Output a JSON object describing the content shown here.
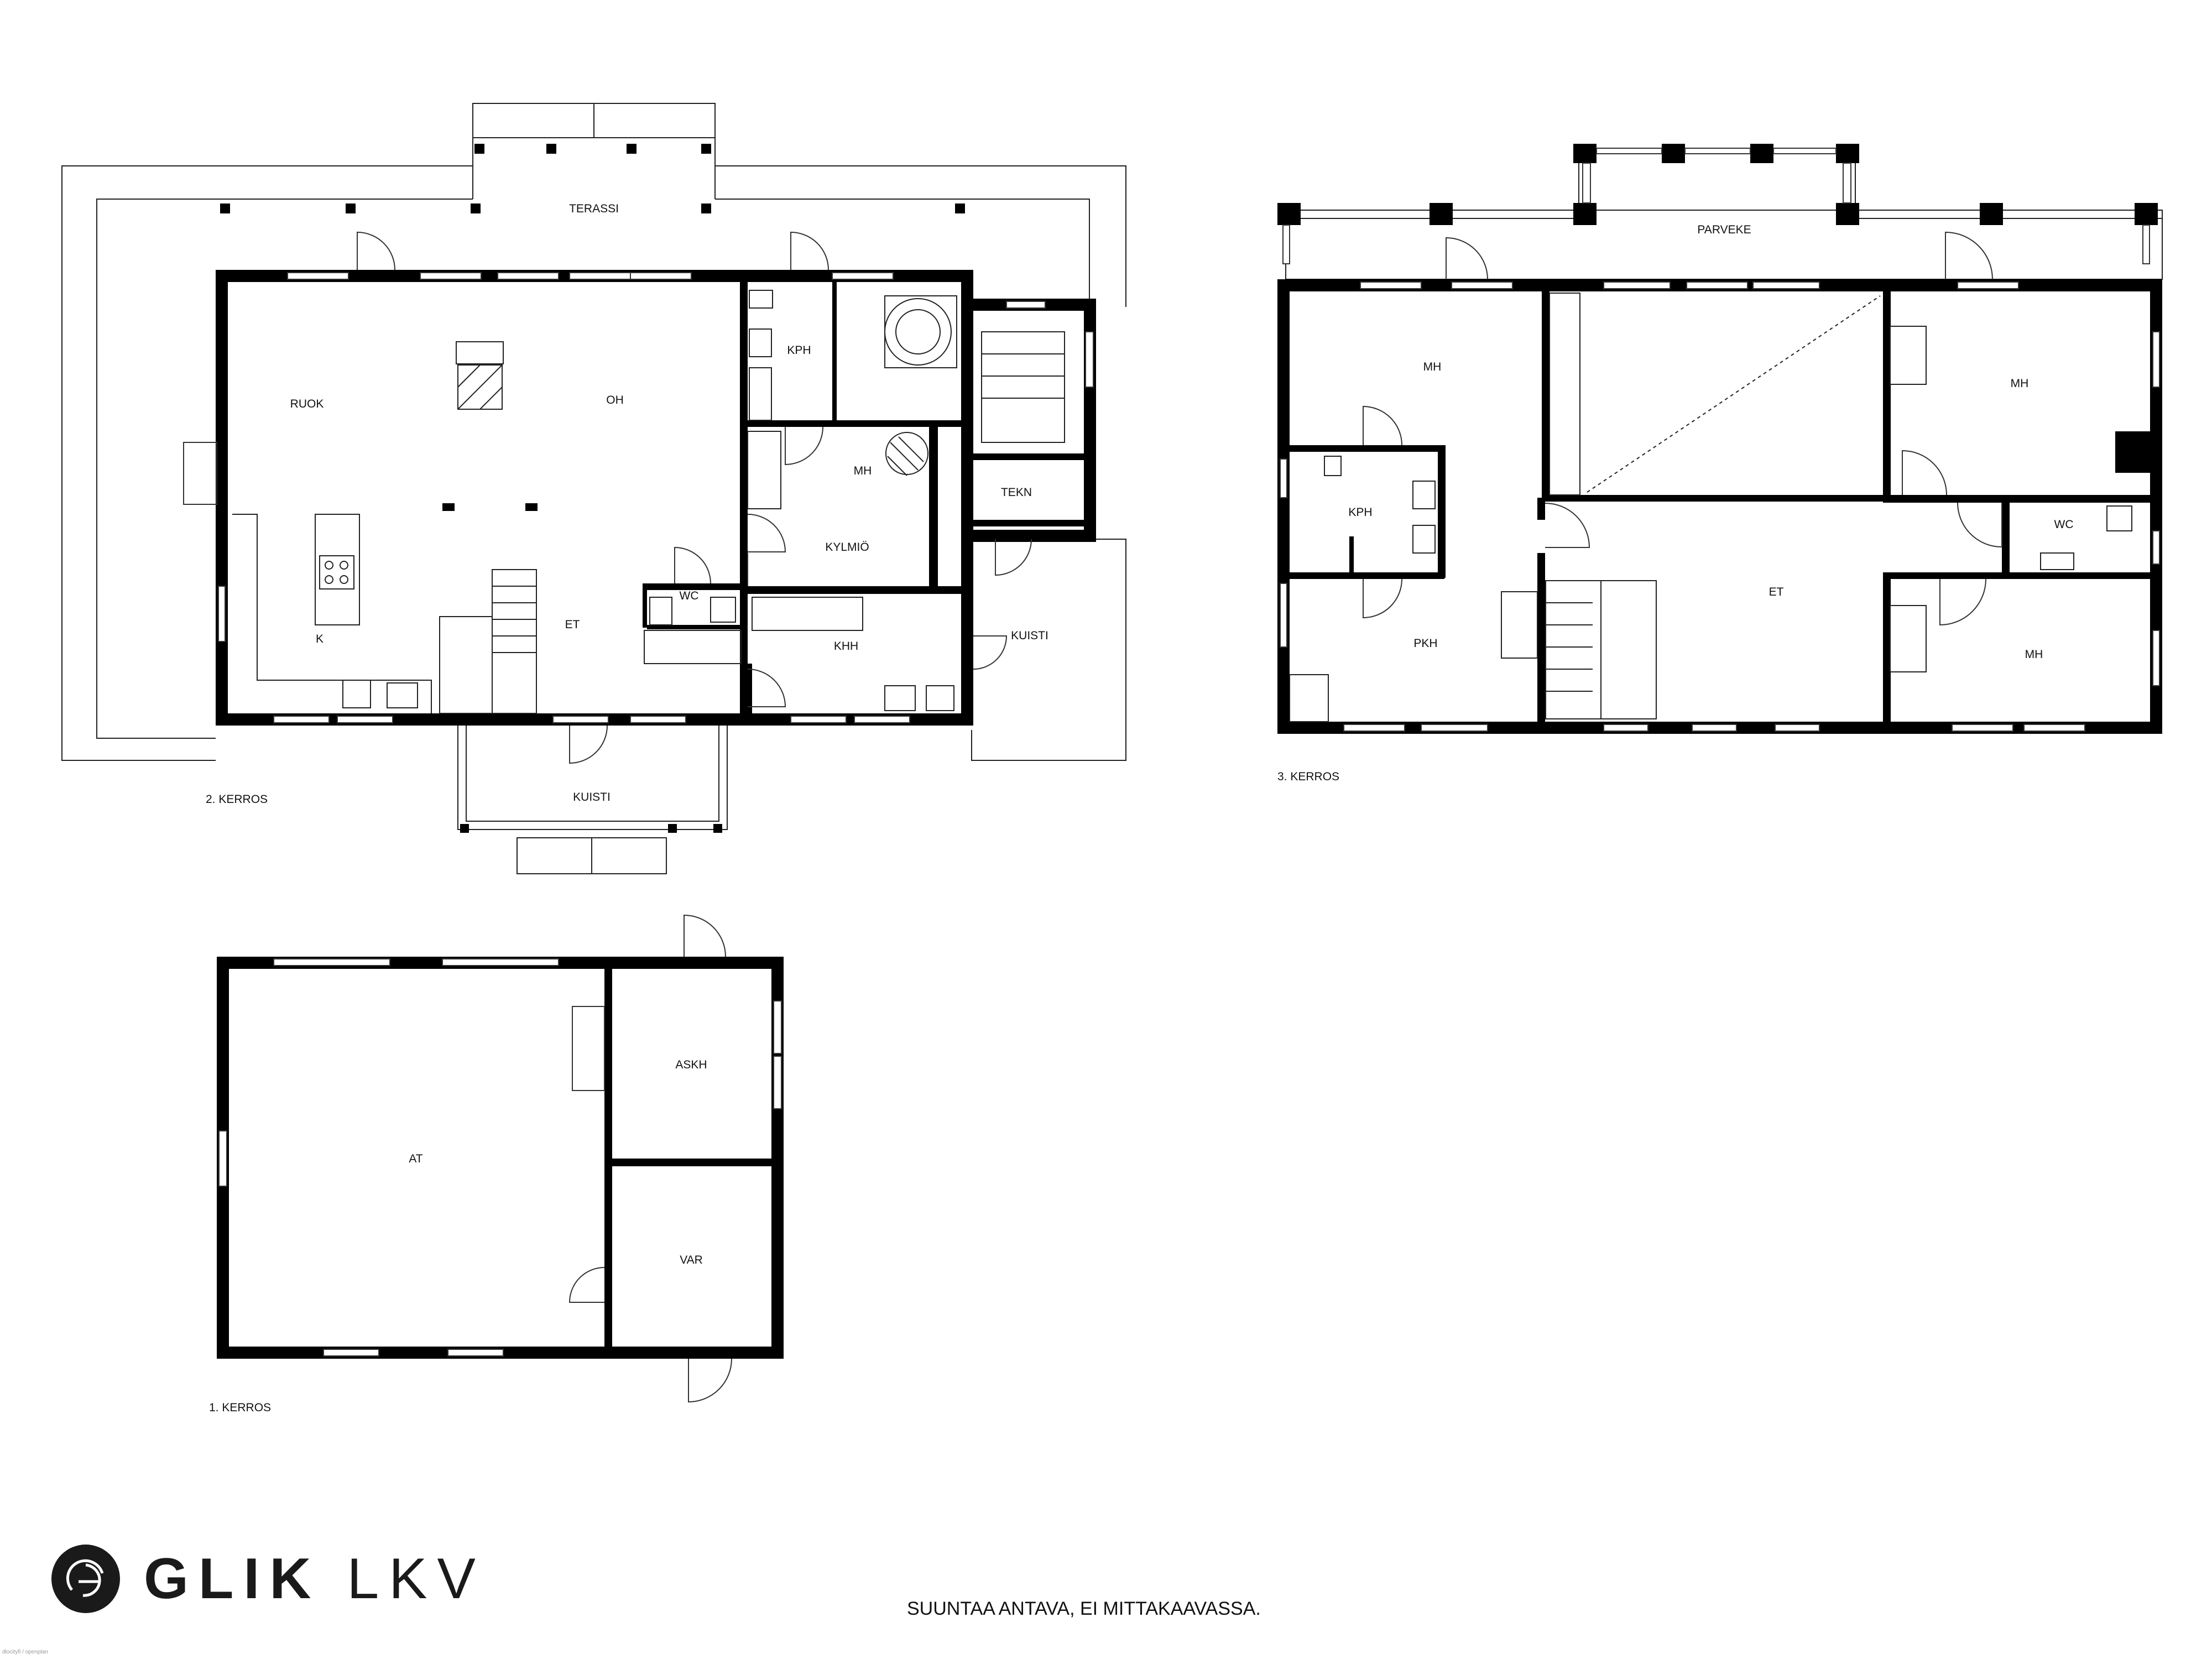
{
  "floors": {
    "floor2": {
      "caption": "2. KERROS",
      "rooms": {
        "terassi": "TERASSI",
        "ruok": "RUOK",
        "oh": "OH",
        "kph": "KPH",
        "mh": "MH",
        "tekn": "TEKN",
        "kylmio": "KYLMIÖ",
        "wc": "WC",
        "et": "ET",
        "k": "K",
        "khh": "KHH",
        "kuisti_side": "KUISTI",
        "kuisti_front": "KUISTI"
      }
    },
    "floor3": {
      "caption": "3. KERROS",
      "rooms": {
        "parveke": "PARVEKE",
        "mh_left": "MH",
        "mh_right_top": "MH",
        "kph": "KPH",
        "wc": "WC",
        "et": "ET",
        "pkh": "PKH",
        "mh_right_bottom": "MH"
      }
    },
    "floor1": {
      "caption": "1. KERROS",
      "rooms": {
        "askh": "ASKH",
        "at": "AT",
        "var": "VAR"
      }
    }
  },
  "brand": {
    "name_bold": "GLIK",
    "name_light": "LKV"
  },
  "disclaimer": "SUUNTAA ANTAVA, EI MITTAKAAVASSA.",
  "credit": "dlocityfi / openplan"
}
